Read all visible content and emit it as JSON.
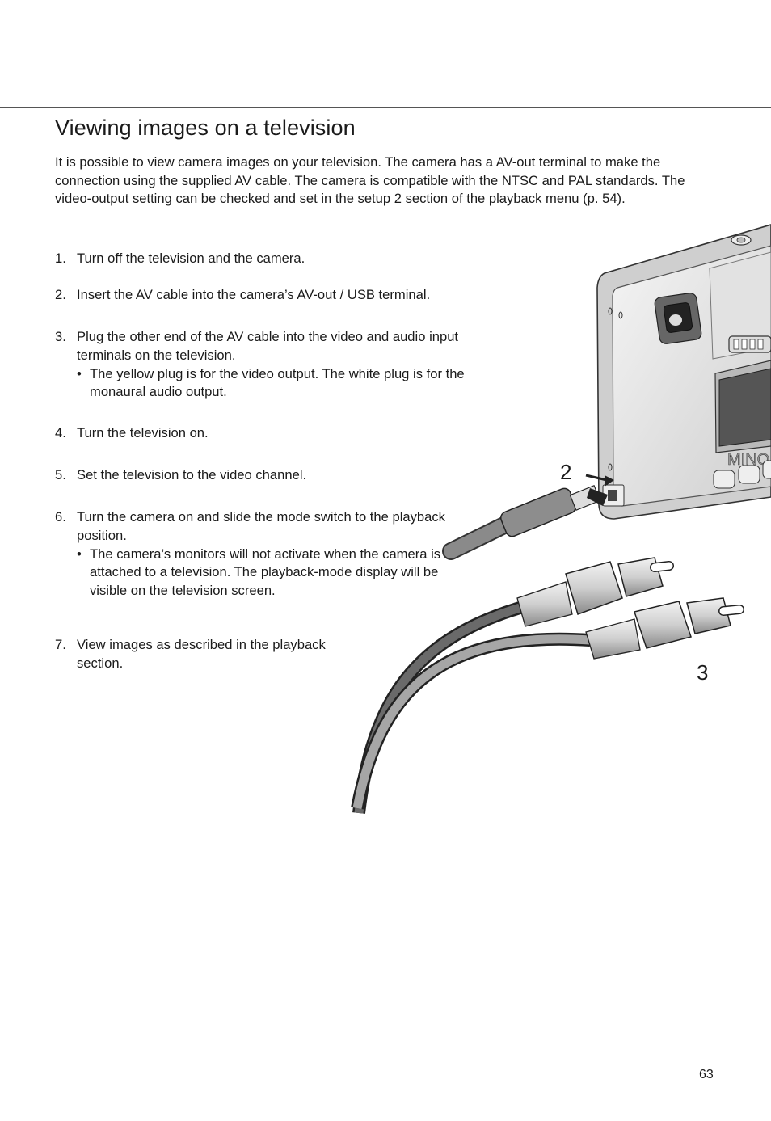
{
  "page": {
    "title": "Viewing images on a television",
    "intro": "It is possible to view camera images on your television. The camera has a AV-out terminal to make the connection using the supplied AV cable. The camera is compatible with the NTSC and PAL standards. The video-output setting can be checked and set in the setup 2 section of the playback menu (p. 54).",
    "page_number": "63"
  },
  "steps": [
    {
      "num": "1.",
      "text": "Turn off the television and the camera."
    },
    {
      "num": "2.",
      "text": "Insert the AV cable into the camera’s AV-out / USB terminal."
    },
    {
      "num": "3.",
      "text": "Plug the other end of the AV cable into the video and audio input terminals on the television.",
      "bullet": "The yellow plug is for the video output. The white plug is for the monaural audio output."
    },
    {
      "num": "4.",
      "text": "Turn the television on."
    },
    {
      "num": "5.",
      "text": "Set the television to the video channel."
    },
    {
      "num": "6.",
      "text": "Turn the camera on and slide the mode switch to the playback position.",
      "bullet": "The camera’s monitors will not activate when the camera is attached to a television. The playback-mode display will be visible on the television screen."
    },
    {
      "num": "7.",
      "text": "View images as described in the playback section."
    }
  ],
  "illustration": {
    "callout_2": "2",
    "callout_3": "3",
    "brand_text": "MINO"
  }
}
